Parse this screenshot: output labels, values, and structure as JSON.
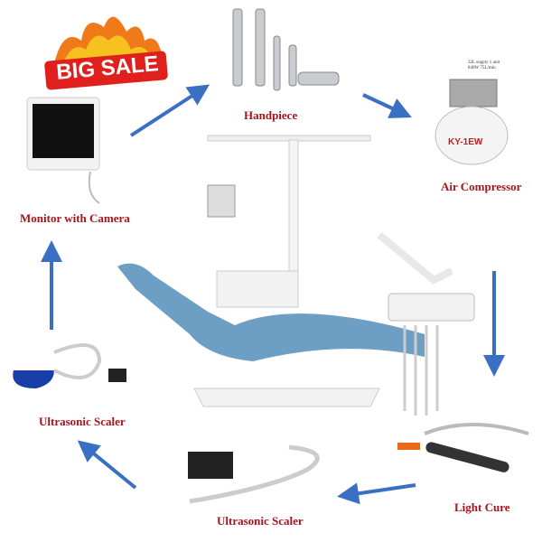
{
  "banner": {
    "text": "BIG SALE"
  },
  "labels": {
    "monitor": "Monitor with Camera",
    "handpiece": "Handpiece",
    "compressor": "Air Compressor",
    "light_cure": "Light Cure",
    "scaler_bottom": "Ultrasonic Scaler",
    "scaler_left": "Ultrasonic Scaler"
  },
  "compressor": {
    "model": "KY-1EW",
    "spec_line1": "32L supply 1 unit",
    "spec_line2": "840W 75L/min"
  },
  "colors": {
    "arrow": "#3a6fc4",
    "label": "#a8141c",
    "chair": "#6d9ec4",
    "sale": "#e0201c"
  }
}
